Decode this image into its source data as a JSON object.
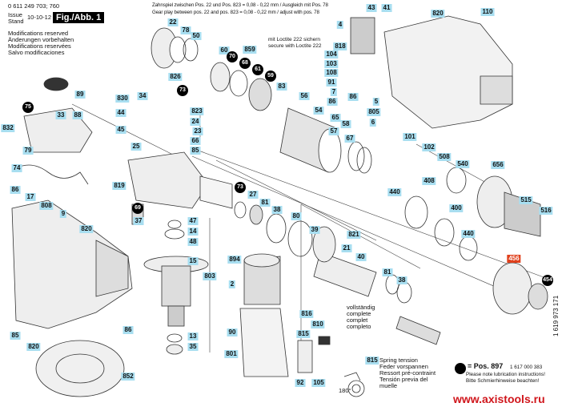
{
  "header": {
    "part_number": "0 611 249 703; 760",
    "issue_label_en": "Issue",
    "issue_label_de": "Stand",
    "issue_date": "10-10-12",
    "figure": "Fig./Abb. 1",
    "modifications": [
      "Modifications reserved",
      "Änderungen vorbehalten",
      "Modifications reservées",
      "Salvo modificaciones"
    ]
  },
  "notes": {
    "gear_play_de": "Zahnspiel zwischen Pos. 22 und Pos. 823  = 0,08 - 0,22 mm / Ausgleich mit Pos. 78",
    "gear_play_en": "Gear play between pos. 22 and pos. 823  = 0,08 - 0,22 mm / adjust with pos. 78",
    "loctite_de": "mit Loctite 222 sichern",
    "loctite_en": "secure with Loctite 222",
    "complete": [
      "vollständig",
      "complete",
      "complet",
      "completo"
    ],
    "spring": [
      "Spring tension",
      "Feder vorspannen",
      "Ressort pré-contraint",
      "Tensión previa del",
      "muelle"
    ],
    "spring_angle": "180°",
    "lube_pos": "= Pos. 897",
    "lube_number": "1 617 000 383",
    "lube_en": "Please note lubrication instructions!",
    "lube_de": "Bitte Schmierhinweise beachten!",
    "doc_number": "1 619 973 171",
    "website": "www.axistools.ru"
  },
  "colors": {
    "label_bg": "#a8def0",
    "highlight": "#e0401c",
    "lube_marker": "#000000",
    "website": "#d0161c"
  },
  "parts": [
    {
      "n": "22",
      "s": "blue"
    },
    {
      "n": "78",
      "s": "blue"
    },
    {
      "n": "50",
      "s": "blue"
    },
    {
      "n": "60",
      "s": "blue"
    },
    {
      "n": "859",
      "s": "blue"
    },
    {
      "n": "70",
      "s": "black"
    },
    {
      "n": "68",
      "s": "black"
    },
    {
      "n": "61",
      "s": "black"
    },
    {
      "n": "59",
      "s": "black"
    },
    {
      "n": "826",
      "s": "blue"
    },
    {
      "n": "73",
      "s": "black"
    },
    {
      "n": "83",
      "s": "blue"
    },
    {
      "n": "830",
      "s": "blue"
    },
    {
      "n": "34",
      "s": "blue"
    },
    {
      "n": "823",
      "s": "blue"
    },
    {
      "n": "24",
      "s": "blue"
    },
    {
      "n": "23",
      "s": "blue"
    },
    {
      "n": "66",
      "s": "blue"
    },
    {
      "n": "85",
      "s": "blue"
    },
    {
      "n": "44",
      "s": "blue"
    },
    {
      "n": "45",
      "s": "blue"
    },
    {
      "n": "25",
      "s": "blue"
    },
    {
      "n": "56",
      "s": "blue"
    },
    {
      "n": "54",
      "s": "blue"
    },
    {
      "n": "65",
      "s": "blue"
    },
    {
      "n": "58",
      "s": "blue"
    },
    {
      "n": "57",
      "s": "blue"
    },
    {
      "n": "67",
      "s": "blue"
    },
    {
      "n": "89",
      "s": "blue"
    },
    {
      "n": "75",
      "s": "black"
    },
    {
      "n": "832",
      "s": "blue"
    },
    {
      "n": "33",
      "s": "blue"
    },
    {
      "n": "88",
      "s": "blue"
    },
    {
      "n": "79",
      "s": "blue"
    },
    {
      "n": "74",
      "s": "blue"
    },
    {
      "n": "43",
      "s": "blue"
    },
    {
      "n": "41",
      "s": "blue"
    },
    {
      "n": "820",
      "s": "blue"
    },
    {
      "n": "110",
      "s": "blue"
    },
    {
      "n": "4",
      "s": "blue"
    },
    {
      "n": "818",
      "s": "blue"
    },
    {
      "n": "104",
      "s": "blue"
    },
    {
      "n": "103",
      "s": "blue"
    },
    {
      "n": "108",
      "s": "blue"
    },
    {
      "n": "91",
      "s": "blue"
    },
    {
      "n": "7",
      "s": "blue"
    },
    {
      "n": "86",
      "s": "blue"
    },
    {
      "n": "5",
      "s": "blue"
    },
    {
      "n": "805",
      "s": "blue"
    },
    {
      "n": "6",
      "s": "blue"
    },
    {
      "n": "101",
      "s": "blue"
    },
    {
      "n": "102",
      "s": "blue"
    },
    {
      "n": "508",
      "s": "blue"
    },
    {
      "n": "540",
      "s": "blue"
    },
    {
      "n": "656",
      "s": "blue"
    },
    {
      "n": "408",
      "s": "blue"
    },
    {
      "n": "440",
      "s": "blue"
    },
    {
      "n": "515",
      "s": "blue"
    },
    {
      "n": "516",
      "s": "blue"
    },
    {
      "n": "400",
      "s": "blue"
    },
    {
      "n": "440",
      "s": "blue"
    },
    {
      "n": "821",
      "s": "blue"
    },
    {
      "n": "21",
      "s": "blue"
    },
    {
      "n": "40",
      "s": "blue"
    },
    {
      "n": "456",
      "s": "red"
    },
    {
      "n": "454",
      "s": "black"
    },
    {
      "n": "81",
      "s": "blue"
    },
    {
      "n": "38",
      "s": "blue"
    },
    {
      "n": "73",
      "s": "black"
    },
    {
      "n": "27",
      "s": "blue"
    },
    {
      "n": "81",
      "s": "blue"
    },
    {
      "n": "38",
      "s": "blue"
    },
    {
      "n": "80",
      "s": "blue"
    },
    {
      "n": "39",
      "s": "blue"
    },
    {
      "n": "819",
      "s": "blue"
    },
    {
      "n": "69",
      "s": "black"
    },
    {
      "n": "37",
      "s": "blue"
    },
    {
      "n": "47",
      "s": "blue"
    },
    {
      "n": "14",
      "s": "blue"
    },
    {
      "n": "48",
      "s": "blue"
    },
    {
      "n": "15",
      "s": "blue"
    },
    {
      "n": "803",
      "s": "blue"
    },
    {
      "n": "13",
      "s": "blue"
    },
    {
      "n": "35",
      "s": "blue"
    },
    {
      "n": "894",
      "s": "blue"
    },
    {
      "n": "2",
      "s": "blue"
    },
    {
      "n": "90",
      "s": "blue"
    },
    {
      "n": "801",
      "s": "blue"
    },
    {
      "n": "816",
      "s": "blue"
    },
    {
      "n": "810",
      "s": "blue"
    },
    {
      "n": "815",
      "s": "blue"
    },
    {
      "n": "92",
      "s": "blue"
    },
    {
      "n": "105",
      "s": "blue"
    },
    {
      "n": "86",
      "s": "blue"
    },
    {
      "n": "17",
      "s": "blue"
    },
    {
      "n": "808",
      "s": "blue"
    },
    {
      "n": "9",
      "s": "blue"
    },
    {
      "n": "820",
      "s": "blue"
    },
    {
      "n": "86",
      "s": "blue"
    },
    {
      "n": "85",
      "s": "blue"
    },
    {
      "n": "820",
      "s": "blue"
    },
    {
      "n": "852",
      "s": "blue"
    },
    {
      "n": "86",
      "s": "blue"
    },
    {
      "n": "815",
      "s": "blue"
    }
  ]
}
